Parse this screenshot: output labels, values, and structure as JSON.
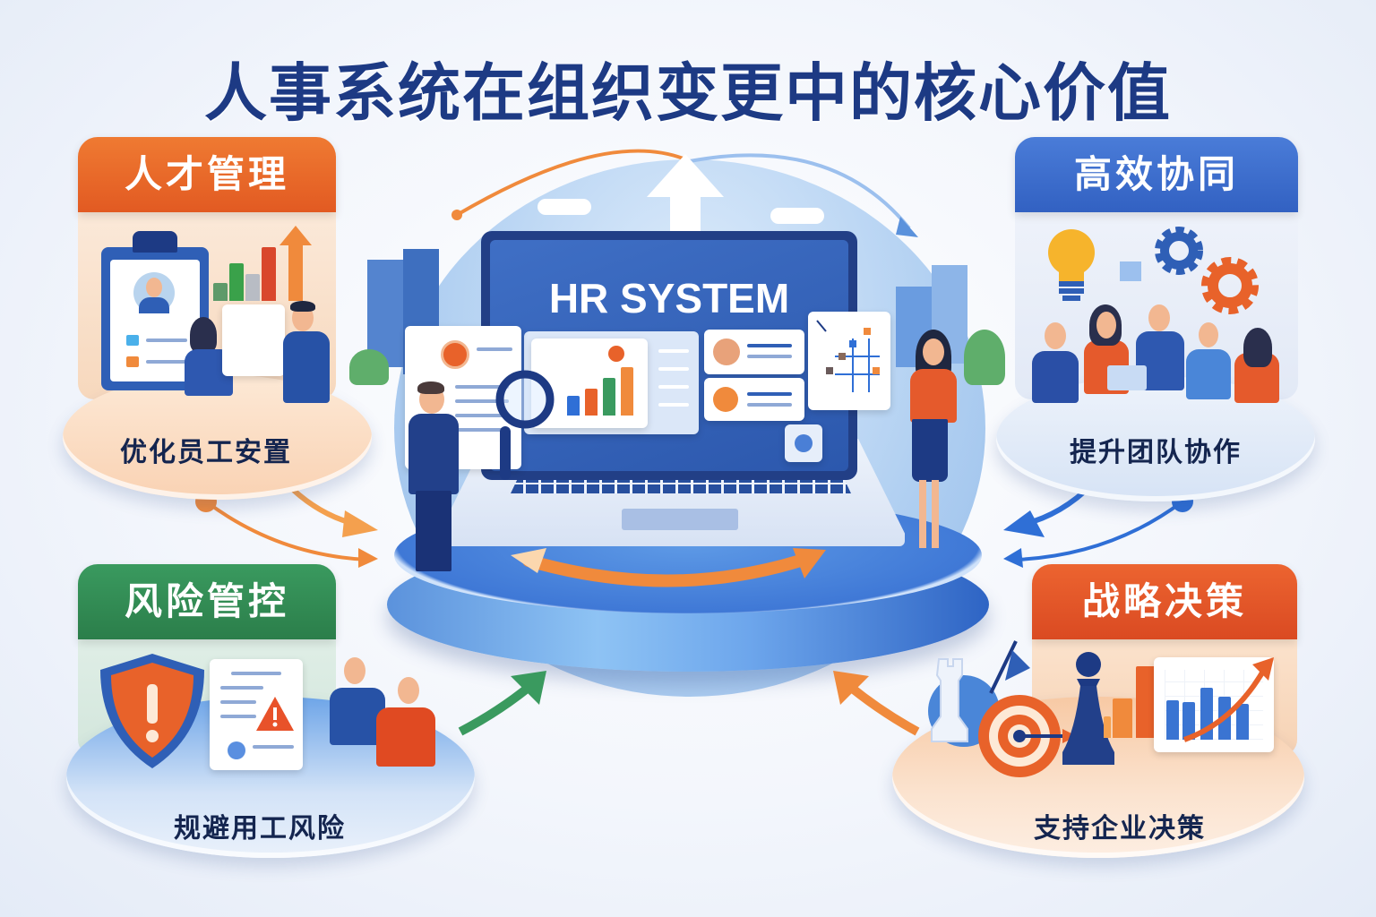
{
  "title": "人事系统在组织变更中的核心价值",
  "center": {
    "screen_label": "HR SYSTEM",
    "icons": [
      "up-arrow-icon",
      "magnifier-icon",
      "bar-chart-icon",
      "org-chart-icon",
      "cycle-arrows-icon"
    ]
  },
  "panels": [
    {
      "id": "talent",
      "header": "人才管理",
      "caption": "优化员工安置",
      "header_color": "#e8622a",
      "icons": [
        "clipboard-profile-icon",
        "growth-chart-icon",
        "arrow-up-icon"
      ]
    },
    {
      "id": "collaboration",
      "header": "高效协同",
      "caption": "提升团队协作",
      "header_color": "#3a6cc9",
      "icons": [
        "lightbulb-icon",
        "gear-blue-icon",
        "gear-orange-icon",
        "meeting-team-icon"
      ]
    },
    {
      "id": "risk",
      "header": "风险管控",
      "caption": "规避用工风险",
      "header_color": "#2f8a55",
      "icons": [
        "shield-alert-icon",
        "warning-document-icon"
      ]
    },
    {
      "id": "strategy",
      "header": "战略决策",
      "caption": "支持企业决策",
      "header_color": "#e5532a",
      "icons": [
        "chess-piece-icon",
        "target-icon",
        "trend-chart-icon"
      ]
    }
  ],
  "colors": {
    "title": "#1d3a84",
    "orange": "#f08a3c",
    "blue": "#2f6fd6",
    "green": "#3a9a5f",
    "navy": "#223f86"
  }
}
